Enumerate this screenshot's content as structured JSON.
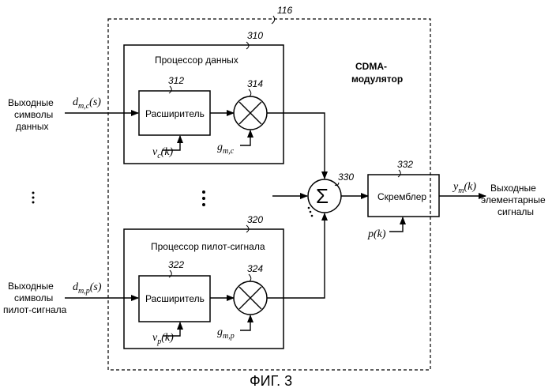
{
  "frame": {
    "ref": "116",
    "title_line1": "CDMA-",
    "title_line2": "модулятор"
  },
  "data_proc": {
    "ref": "310",
    "title": "Процессор данных",
    "spreader": {
      "ref": "312",
      "label": "Расширитель"
    },
    "mult_ref": "314",
    "code_base": "v",
    "code_sub": "c",
    "code_arg": "(k)",
    "gain_base": "g",
    "gain_sub": "m,c"
  },
  "pilot_proc": {
    "ref": "320",
    "title": "Процессор пилот-сигнала",
    "spreader": {
      "ref": "322",
      "label": "Расширитель"
    },
    "mult_ref": "324",
    "code_base": "v",
    "code_sub": "p",
    "code_arg": "(k)",
    "gain_base": "g",
    "gain_sub": "m,p"
  },
  "summer": {
    "ref": "330",
    "symbol": "Σ"
  },
  "scrambler": {
    "ref": "332",
    "label": "Скремблер",
    "input_base": "p",
    "input_arg": "(k)"
  },
  "inputs": {
    "data": {
      "line1": "Выходные",
      "line2": "символы",
      "line3": "данных",
      "sym_base": "d",
      "sym_sub": "m,c",
      "sym_arg": "(s)"
    },
    "pilot": {
      "line1": "Выходные",
      "line2": "символы",
      "line3": "пилот-сигнала",
      "sym_base": "d",
      "sym_sub": "m,p",
      "sym_arg": "(s)"
    }
  },
  "output": {
    "line1": "Выходные",
    "line2": "элементарные",
    "line3": "сигналы",
    "sym_base": "y",
    "sym_sub": "m",
    "sym_arg": "(k)"
  },
  "caption": "ФИГ. 3"
}
